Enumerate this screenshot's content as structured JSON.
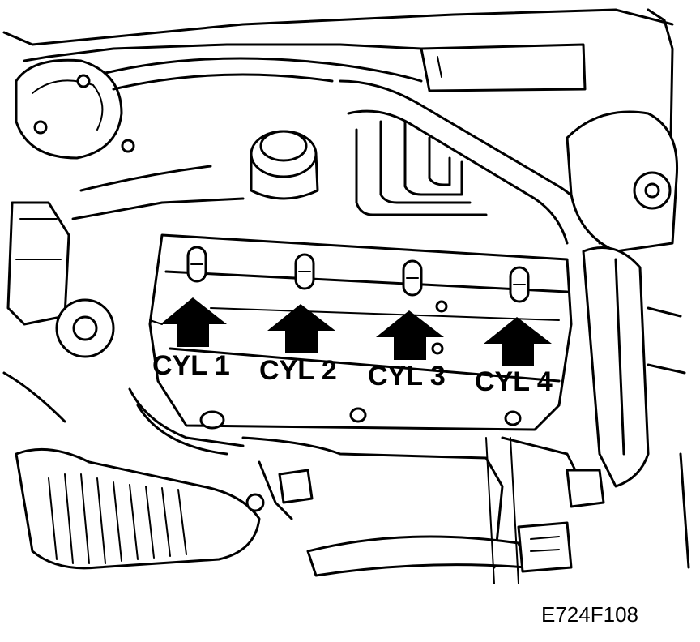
{
  "figure": {
    "code": "E724F108"
  },
  "cylinders": [
    {
      "label": "CYL 1"
    },
    {
      "label": "CYL 2"
    },
    {
      "label": "CYL 3"
    },
    {
      "label": "CYL 4"
    }
  ],
  "colors": {
    "line": "#000000",
    "background": "#ffffff"
  }
}
